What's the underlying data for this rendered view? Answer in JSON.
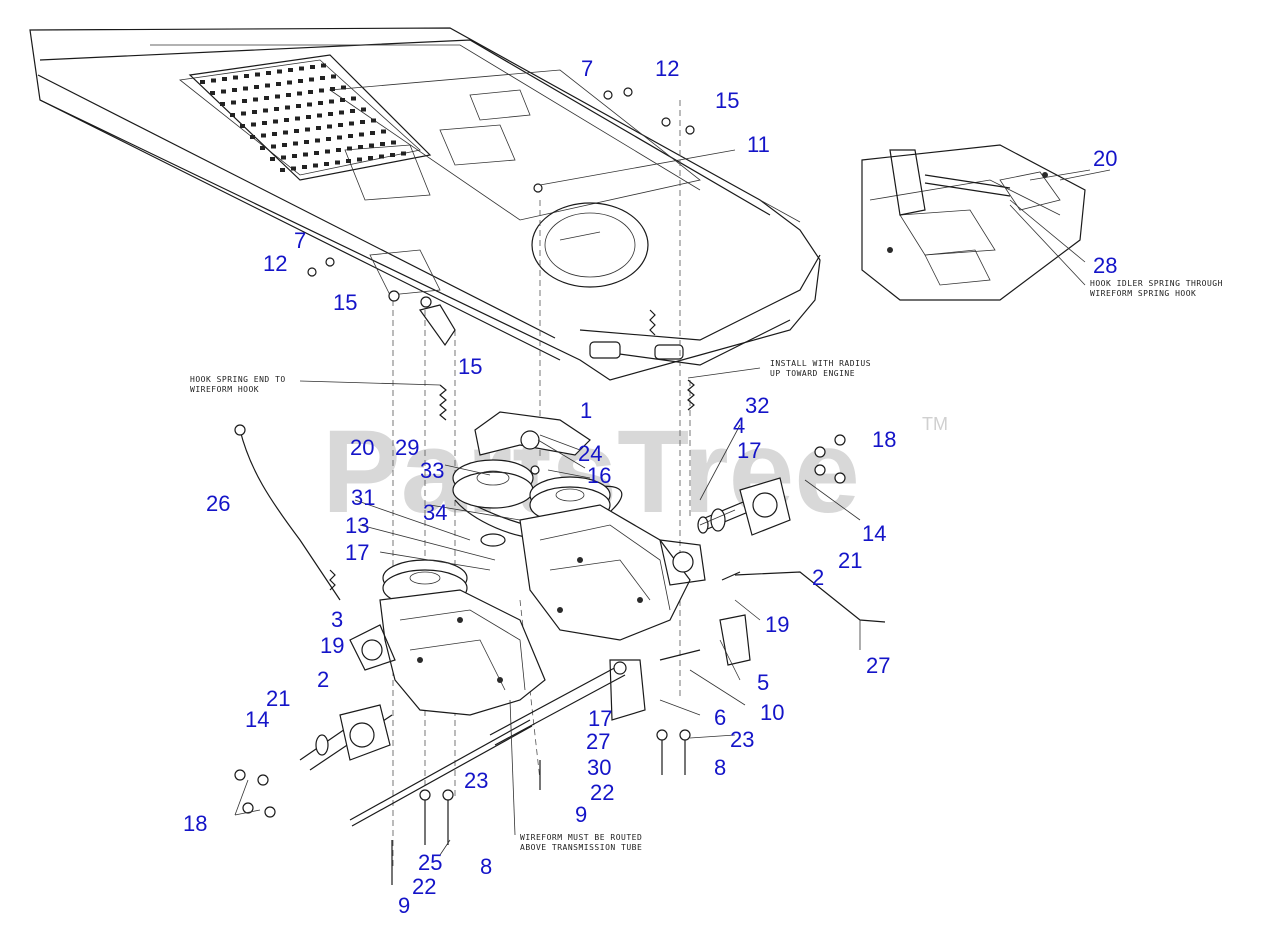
{
  "watermark": {
    "text": "PartsTree",
    "tm": "TM"
  },
  "notes": {
    "hook_spring_line1": "HOOK SPRING END TO",
    "hook_spring_line2": "WIREFORM HOOK",
    "install_line1": "INSTALL WITH RADIUS",
    "install_line2": "UP TOWARD ENGINE",
    "idler_line1": "HOOK IDLER SPRING THROUGH",
    "idler_line2": "WIREFORM SPRING HOOK",
    "wireform_line1": "WIREFORM MUST BE ROUTED",
    "wireform_line2": "ABOVE TRANSMISSION TUBE"
  },
  "callouts": [
    "7",
    "12",
    "15",
    "11",
    "20",
    "28",
    "7",
    "12",
    "15",
    "15",
    "20",
    "29",
    "1",
    "24",
    "16",
    "33",
    "32",
    "4",
    "17",
    "18",
    "26",
    "31",
    "34",
    "13",
    "17",
    "14",
    "21",
    "2",
    "3",
    "19",
    "19",
    "27",
    "5",
    "21",
    "2",
    "14",
    "10",
    "6",
    "17",
    "27",
    "23",
    "30",
    "23",
    "8",
    "22",
    "9",
    "18",
    "25",
    "8",
    "22",
    "9"
  ]
}
